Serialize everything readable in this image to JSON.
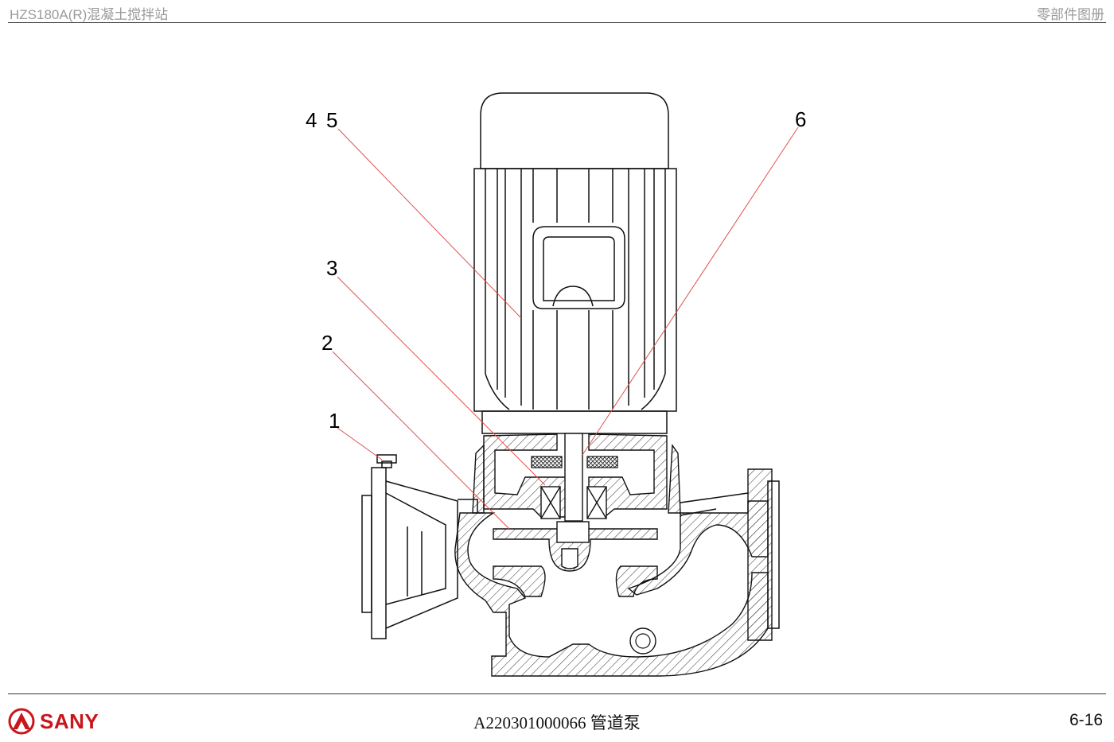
{
  "header": {
    "left": "HZS180A(R)混凝土搅拌站",
    "right": "零部件图册"
  },
  "callouts": [
    "1",
    "2",
    "3",
    "4",
    "5",
    "6"
  ],
  "footer": {
    "logo_text": "SANY",
    "part_code_title": "A220301000066 管道泵",
    "page_number": "6-16"
  },
  "colors": {
    "leader_line": "#e05050",
    "brand": "#c8161d",
    "header_text": "#9a9a9a"
  }
}
